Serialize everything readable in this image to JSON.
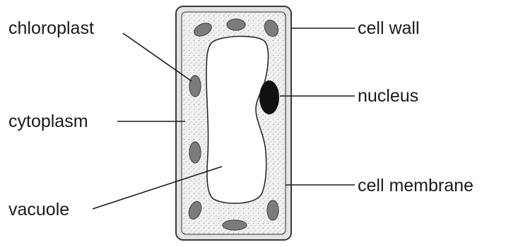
{
  "diagram": {
    "labels": {
      "chloroplast": "chloroplast",
      "cytoplasm": "cytoplasm",
      "vacuole": "vacuole",
      "cell_wall": "cell wall",
      "nucleus": "nucleus",
      "cell_membrane": "cell membrane"
    }
  }
}
